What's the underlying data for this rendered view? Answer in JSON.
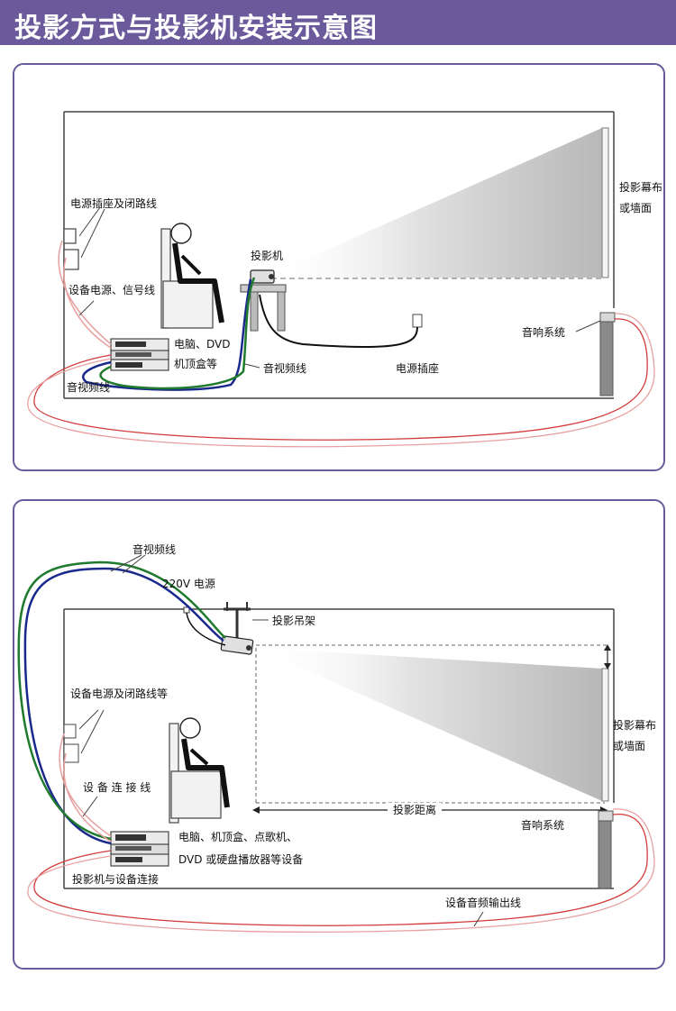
{
  "page": {
    "title": "投影方式与投影机安装示意图"
  },
  "diagram1": {
    "labels": {
      "power_socket_closed_line": "电源插座及闭路线",
      "device_power_signal": "设备电源、信号线",
      "av_cable_left": "音视频线",
      "projector": "投影机",
      "screen_line1": "投影幕布",
      "screen_line2": "或墙面",
      "pc_dvd": "电脑、DVD",
      "set_top_box": "机顶盒等",
      "av_cable_mid": "音视频线",
      "wall_socket": "电源插座",
      "audio_system": "音响系统"
    }
  },
  "diagram2": {
    "labels": {
      "av_cable": "音视频线",
      "power_220v": "220V 电源",
      "ceiling_mount": "投影吊架",
      "device_power_closed": "设备电源及闭路线等",
      "device_connect_line": "设 备 连 接 线",
      "screen_line1": "投影幕布",
      "screen_line2": "或墙面",
      "projection_distance": "投影距离",
      "audio_system": "音响系统",
      "devices_line1": "电脑、机顶盒、点歌机、",
      "devices_line2": "DVD 或硬盘播放器等设备",
      "projector_connection": "投影机与设备连接",
      "audio_output_line": "设备音频输出线"
    }
  },
  "colors": {
    "accent": "#6a5a9c",
    "cable_green": "#1f7a2e",
    "cable_blue": "#1a2a8c",
    "cable_red": "#d23a3a",
    "cable_pink": "#e8a0a0"
  }
}
